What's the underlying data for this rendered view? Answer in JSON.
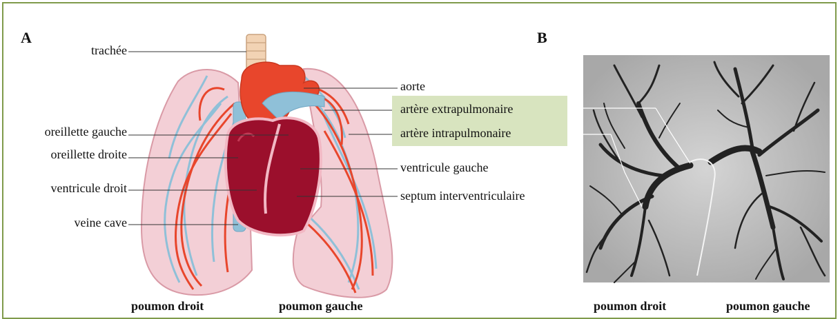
{
  "panels": {
    "a": "A",
    "b": "B"
  },
  "labels_left": {
    "trachea": "trachée",
    "left_atrium": "oreillette gauche",
    "right_atrium": "oreillette droite",
    "right_ventricle": "ventricule droit",
    "vena_cava": "veine cave"
  },
  "labels_right": {
    "aorta": "aorte",
    "extrapulmonary_artery": "artère extrapulmonaire",
    "intrapulmonary_artery": "artère intrapulmonaire",
    "left_ventricle": "ventricule gauche",
    "septum": "septum interventriculaire"
  },
  "captions": {
    "a_right_lung": "poumon droit",
    "a_left_lung": "poumon gauche",
    "b_right_lung": "poumon droit",
    "b_left_lung": "poumon gauche"
  },
  "colors": {
    "frame": "#7f9a4a",
    "highlight_box": "#d8e4bf",
    "lung_fill": "#f3cfd6",
    "heart": "#9b0f2c",
    "artery_red": "#e8462c",
    "vein_blue": "#8fc0d8"
  }
}
